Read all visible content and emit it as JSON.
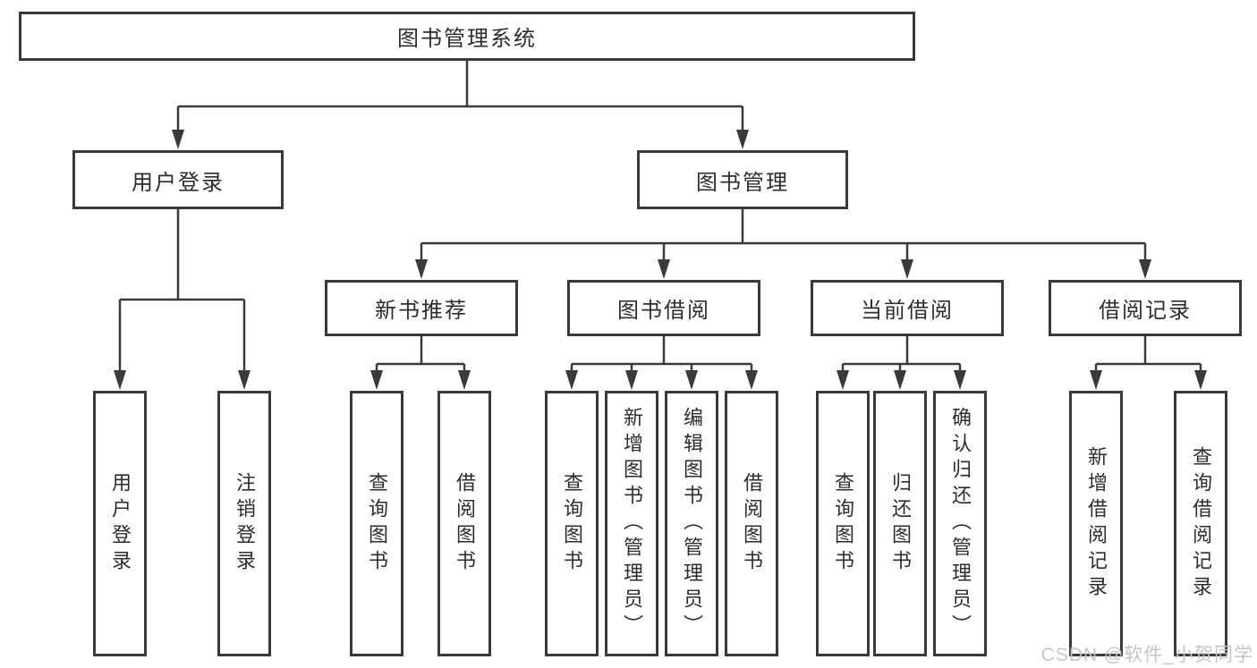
{
  "tree": {
    "root": "图书管理系统",
    "user_login_branch": {
      "label": "用户登录",
      "children": [
        "用户登录",
        "注销登录"
      ]
    },
    "book_mgmt_branch": {
      "label": "图书管理",
      "groups": [
        {
          "label": "新书推荐",
          "children": [
            "查询图书",
            "借阅图书"
          ]
        },
        {
          "label": "图书借阅",
          "children": [
            "查询图书",
            "新增图书（管理员）",
            "编辑图书（管理员）",
            "借阅图书"
          ]
        },
        {
          "label": "当前借阅",
          "children": [
            "查询图书",
            "归还图书",
            "确认归还（管理员）"
          ]
        },
        {
          "label": "借阅记录",
          "children": [
            "新增借阅记录",
            "查询借阅记录"
          ]
        }
      ]
    }
  },
  "watermark": {
    "text": "CSDN @软件_小贺同学"
  },
  "colors": {
    "line": "#3a3a3a",
    "box_border": "#3a3a3a",
    "text": "#2d2d2d",
    "background": "#ffffff",
    "watermark": "#c3c3c3"
  }
}
